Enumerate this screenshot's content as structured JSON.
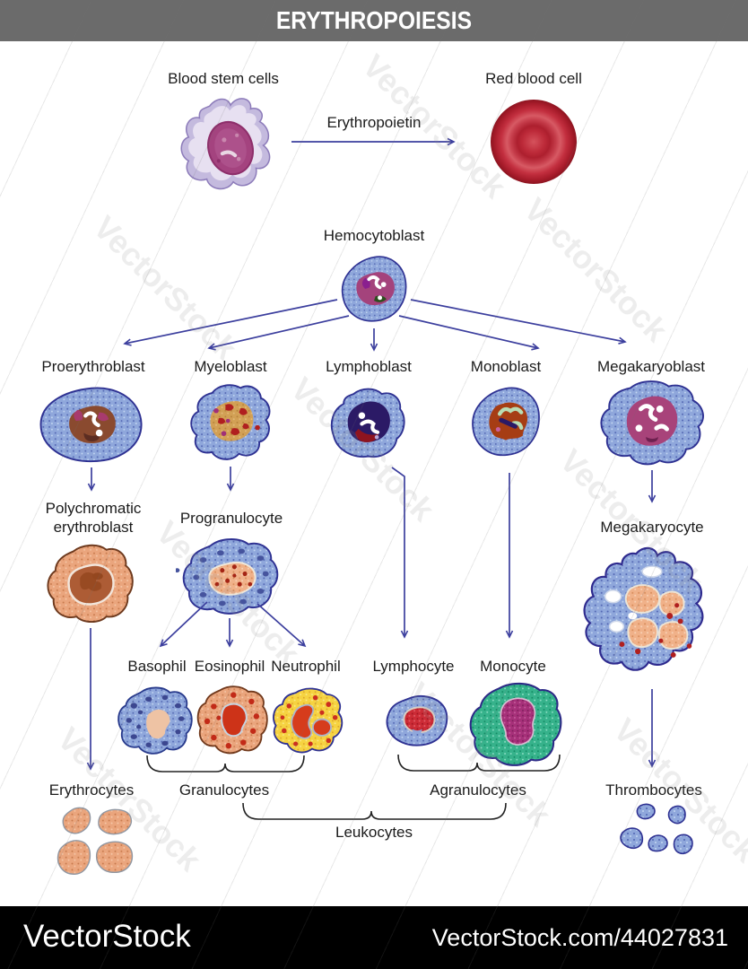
{
  "header": {
    "title": "ERYTHROPOIESIS"
  },
  "intro": {
    "stem_cells_label": "Blood stem cells",
    "hormone_label": "Erythropoietin",
    "rbc_label": "Red blood cell"
  },
  "tree": {
    "root_label": "Hemocytoblast",
    "blasts": [
      {
        "label": "Proerythroblast"
      },
      {
        "label": "Myeloblast"
      },
      {
        "label": "Lymphoblast"
      },
      {
        "label": "Monoblast"
      },
      {
        "label": "Megakaryoblast"
      }
    ],
    "intermediates": [
      {
        "label": "Polychromatic erythroblast"
      },
      {
        "label": "Progranulocyte"
      },
      {
        "label": "Megakaryocyte"
      }
    ],
    "mature": [
      {
        "label": "Basophil"
      },
      {
        "label": "Eosinophil"
      },
      {
        "label": "Neutrophil"
      },
      {
        "label": "Lymphocyte"
      },
      {
        "label": "Monocyte"
      }
    ],
    "groups": [
      {
        "label": "Erythrocytes"
      },
      {
        "label": "Granulocytes"
      },
      {
        "label": "Agranulocytes"
      },
      {
        "label": "Thrombocytes"
      },
      {
        "label": "Leukocytes"
      }
    ]
  },
  "footer": {
    "brand": "VectorStock",
    "credit": "VectorStock.com/44027831"
  },
  "watermark": {
    "text": "VectorStock"
  },
  "colors": {
    "arrow": "#3c3f9e",
    "header_bg": "#6b6b6b",
    "main_bg": "#f0efed",
    "cell_outline": "#2e3192",
    "rbc_red": "#b5202f",
    "monocyte_green": "#36b28b",
    "neutrophil_yellow": "#f6d341",
    "eosinophil_salmon": "#eaa57d"
  }
}
